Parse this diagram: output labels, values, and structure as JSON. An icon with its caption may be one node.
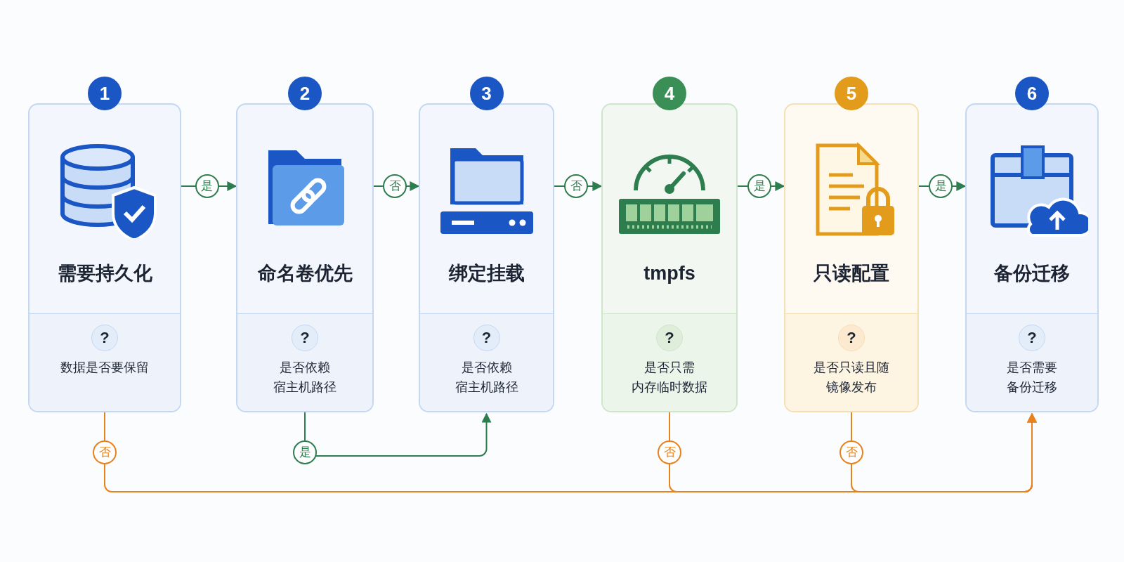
{
  "diagram": {
    "nodes": [
      {
        "text": [
          "需要持久化",
          "?",
          "数据是否要保留"
        ],
        "beside": [
          "1"
        ]
      },
      {
        "text": [
          "命名卷优先",
          "?",
          "是否依赖宿主机路径"
        ],
        "beside": [
          "2"
        ]
      },
      {
        "text": [
          "绑定挂载",
          "?",
          "是否依赖宿主机路径"
        ],
        "beside": [
          "3"
        ]
      },
      {
        "text": [
          "tmpfs",
          "?",
          "是否只需内存临时数据"
        ],
        "beside": [
          "4"
        ]
      },
      {
        "text": [
          "只读配置",
          "?",
          "是否只读且随镜像发布"
        ],
        "beside": [
          "5"
        ]
      },
      {
        "text": [
          "备份迁移",
          "?",
          "是否需要备份迁移"
        ],
        "beside": [
          "6"
        ]
      }
    ],
    "edges": [
      {
        "from": 0,
        "to": 1,
        "arrow": "to",
        "label": "是"
      },
      {
        "from": 1,
        "to": 2,
        "arrow": "to",
        "label": "否"
      },
      {
        "from": 2,
        "to": 3,
        "arrow": "to",
        "label": "否"
      },
      {
        "from": 3,
        "to": 4,
        "arrow": "to",
        "label": "是"
      },
      {
        "from": 4,
        "to": 5,
        "arrow": "to",
        "label": "是"
      },
      {
        "from": 1,
        "to": 2,
        "arrow": "to",
        "label": "是"
      },
      {
        "from": 0,
        "to": 5,
        "arrow": "to",
        "label": "否",
        "color": "#e8821e"
      },
      {
        "from": 3,
        "to": 5,
        "arrow": "to",
        "label": "否",
        "color": "#e8821e"
      },
      {
        "from": 4,
        "to": 5,
        "arrow": "to",
        "label": "否",
        "color": "#e8821e"
      }
    ]
  }
}
